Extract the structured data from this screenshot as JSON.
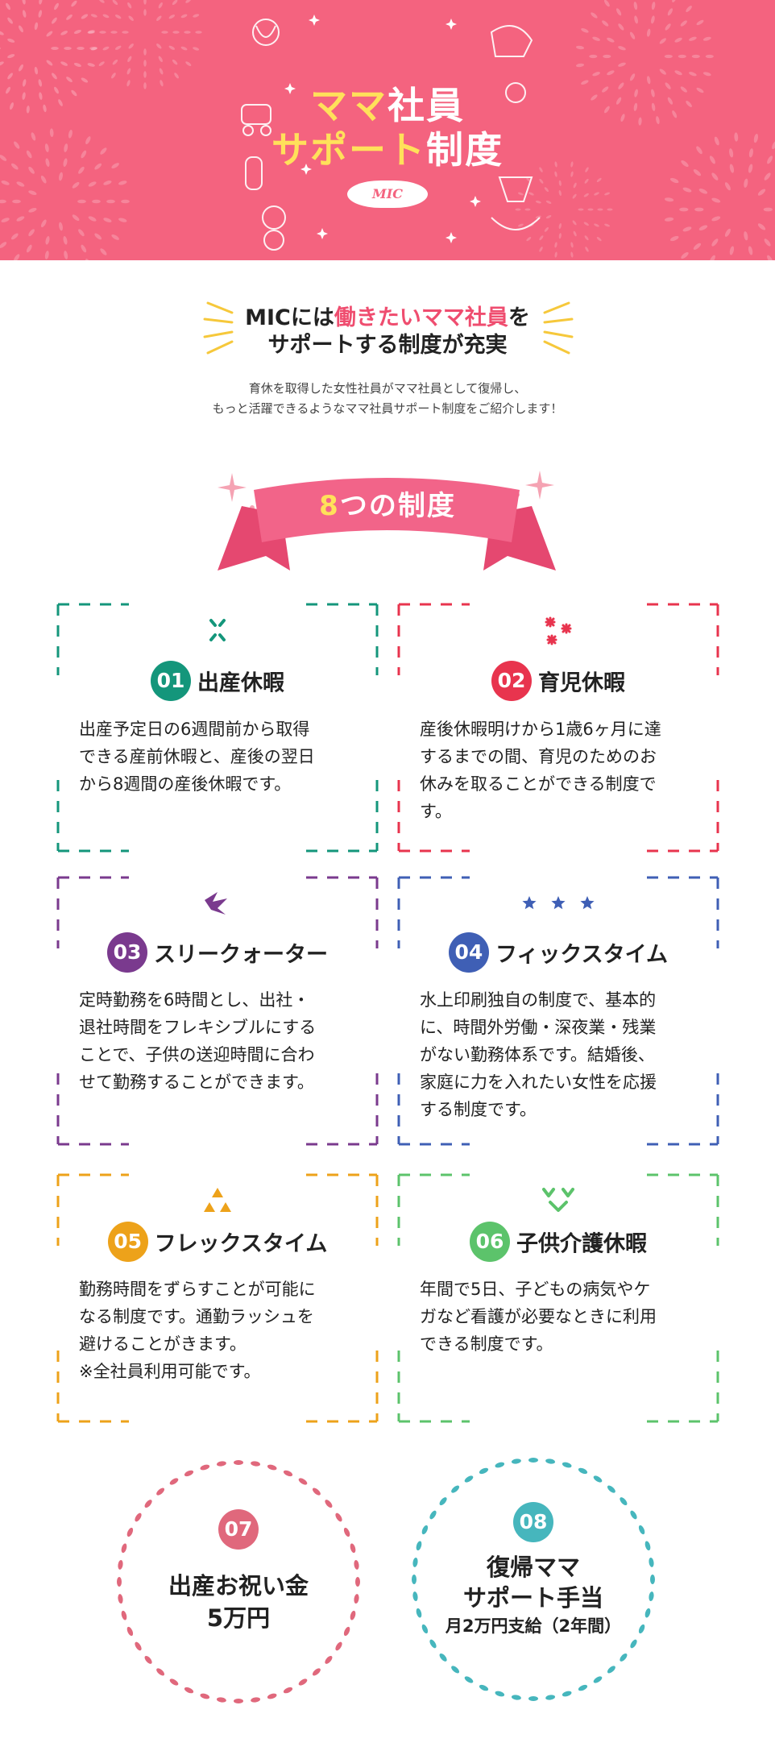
{
  "hero": {
    "title_part1_yellow": "ママ",
    "title_part1_white": "社員",
    "title_part2_yellow": "サポート",
    "title_part2_white": "制度",
    "badge": "MIC",
    "background_color": "#f4637f"
  },
  "intro": {
    "line1_prefix": "MICには",
    "line1_highlight": "働きたいママ社員",
    "line1_suffix": "を",
    "line2": "サポートする制度が充実",
    "text_line1": "育休を取得した女性社員がママ社員として復帰し、",
    "text_line2": "もっと活躍できるようなママ社員サポート制度をご紹介します！"
  },
  "ribbon": {
    "number": "8",
    "label": "つの制度"
  },
  "cards": [
    {
      "number": "01",
      "title": "出産休暇",
      "color": "#14967b",
      "icon": "sparkle-lines-icon",
      "body": [
        "出産予定日の6週間前から取得",
        "できる産前休暇と、産後の翌日",
        "から8週間の産後休暇です。"
      ]
    },
    {
      "number": "02",
      "title": "育児休暇",
      "color": "#e8344e",
      "icon": "asterisk-cluster-icon",
      "body": [
        "産後休暇明けから1歳6ヶ月に達",
        "するまでの間、育児のためのお",
        "休みを取ることができる制度で",
        "す。"
      ]
    },
    {
      "number": "03",
      "title": "スリークォーター",
      "color": "#7a3a8e",
      "icon": "squiggle-icon",
      "body": [
        "定時勤務を6時間とし、出社・",
        "退社時間をフレキシブルにする",
        "ことで、子供の送迎時間に合わ",
        "せて勤務することができます。"
      ]
    },
    {
      "number": "04",
      "title": "フィックスタイム",
      "color": "#3f5fb5",
      "icon": "three-stars-icon",
      "body": [
        "水上印刷独自の制度で、基本的",
        "に、時間外労働・深夜業・残業",
        "がない勤務体系です。結婚後、",
        "家庭に力を入れたい女性を応援",
        "する制度です。"
      ]
    },
    {
      "number": "05",
      "title": "フレックスタイム",
      "color": "#eda21a",
      "icon": "triangles-icon",
      "body": [
        "勤務時間をずらすことが可能に",
        "なる制度です。通勤ラッシュを",
        "避けることがきます。",
        "※全社員利用可能です。"
      ]
    },
    {
      "number": "06",
      "title": "子供介護休暇",
      "color": "#5cc36b",
      "icon": "chevrons-icon",
      "body": [
        "年間で5日、子どもの病気やケ",
        "ガなど看護が必要なときに利用",
        "できる制度です。"
      ]
    }
  ],
  "circles": [
    {
      "number": "07",
      "color": "#e0687c",
      "line1": "出産お祝い金",
      "line2": "5万円"
    },
    {
      "number": "08",
      "color": "#46b6bd",
      "line1": "復帰ママ",
      "line2": "サポート手当",
      "line3": "月2万円支給（2年間）"
    }
  ]
}
